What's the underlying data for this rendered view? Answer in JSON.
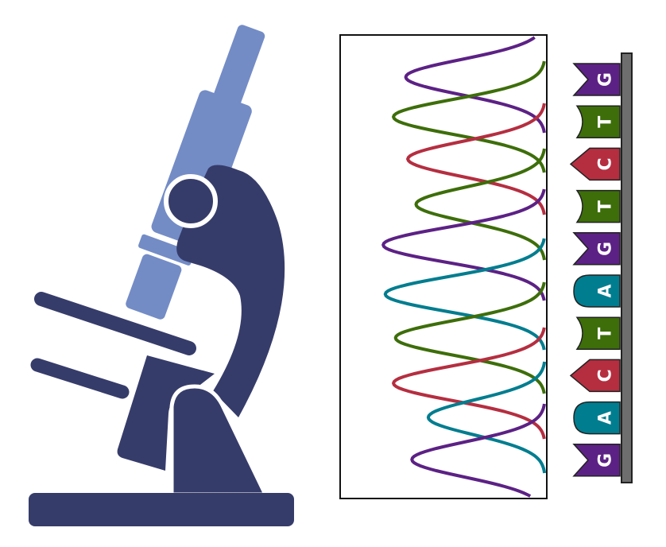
{
  "colors": {
    "microscope_dark": "#363c6a",
    "microscope_light": "#738cc6",
    "A": "#007d8f",
    "C": "#b52e40",
    "G": "#5c2185",
    "T": "#3d6e0a",
    "rail": "#6e6e6e"
  },
  "sequence": [
    "G",
    "T",
    "C",
    "T",
    "G",
    "A",
    "T",
    "C",
    "A",
    "G"
  ],
  "chromatogram": {
    "peaks": [
      {
        "base": "G",
        "depth": 0.68
      },
      {
        "base": "T",
        "depth": 0.74
      },
      {
        "base": "C",
        "depth": 0.67
      },
      {
        "base": "T",
        "depth": 0.63
      },
      {
        "base": "G",
        "depth": 0.79
      },
      {
        "base": "A",
        "depth": 0.78
      },
      {
        "base": "T",
        "depth": 0.73
      },
      {
        "base": "C",
        "depth": 0.74
      },
      {
        "base": "A",
        "depth": 0.57
      },
      {
        "base": "G",
        "depth": 0.65
      }
    ]
  }
}
